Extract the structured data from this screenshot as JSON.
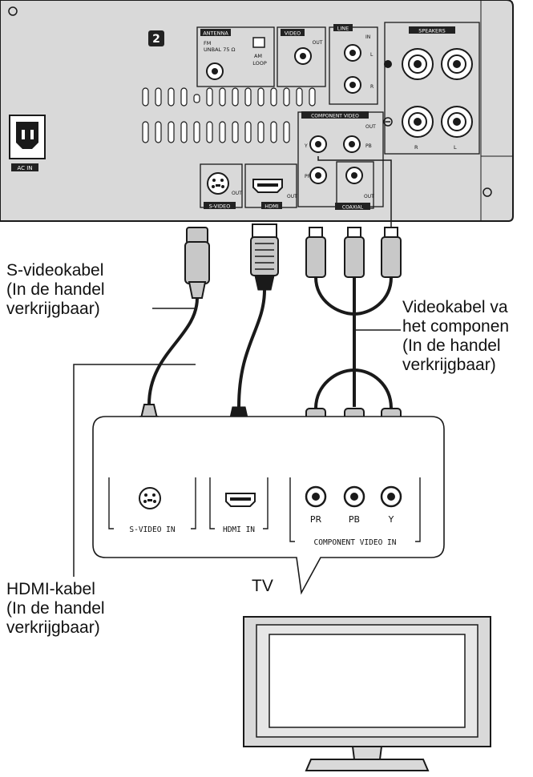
{
  "callouts": {
    "svideo_cable": [
      "S-videokabel",
      "(In de handel",
      "verkrijgbaar)"
    ],
    "component_cable": [
      "Videokabel va",
      "het componen",
      "(In de handel",
      "verkrijgbaar)"
    ],
    "hdmi_cable": [
      "HDMI-kabel",
      "(In de handel",
      "verkrijgbaar)"
    ],
    "tv": "TV"
  },
  "unit_labels": {
    "antenna": "ANTENNA",
    "antenna_fm": "FM",
    "antenna_unbal": "UNBAL 75 Ω",
    "antenna_am": "AM",
    "antenna_loop": "LOOP",
    "video_out_tag": "VIDEO",
    "video_out": "OUT",
    "line": "LINE",
    "line_in": "IN",
    "line_l": "L",
    "line_r": "R",
    "speakers": "SPEAKERS",
    "speakers_r": "R",
    "speakers_l": "L",
    "component_video": "COMPONENT VIDEO",
    "component_out": "OUT",
    "component_y": "Y",
    "component_pb": "PB",
    "component_pr": "PR",
    "ac_in": "AC IN",
    "svideo": "S-VIDEO",
    "svideo_out": "OUT",
    "hdmi": "HDMI",
    "hdmi_out": "OUT",
    "coaxial": "COAXIAL",
    "coaxial_out": "OUT",
    "badge": "2"
  },
  "tv_panel": {
    "svideo_in": "S-VIDEO IN",
    "hdmi_in": "HDMI IN",
    "component_in": "COMPONENT VIDEO IN",
    "pr": "PR",
    "pb": "PB",
    "y": "Y"
  },
  "colors": {
    "unit_body": "#d9d9d9",
    "line": "#1a1a1a",
    "plug": "#c8c8c8"
  }
}
